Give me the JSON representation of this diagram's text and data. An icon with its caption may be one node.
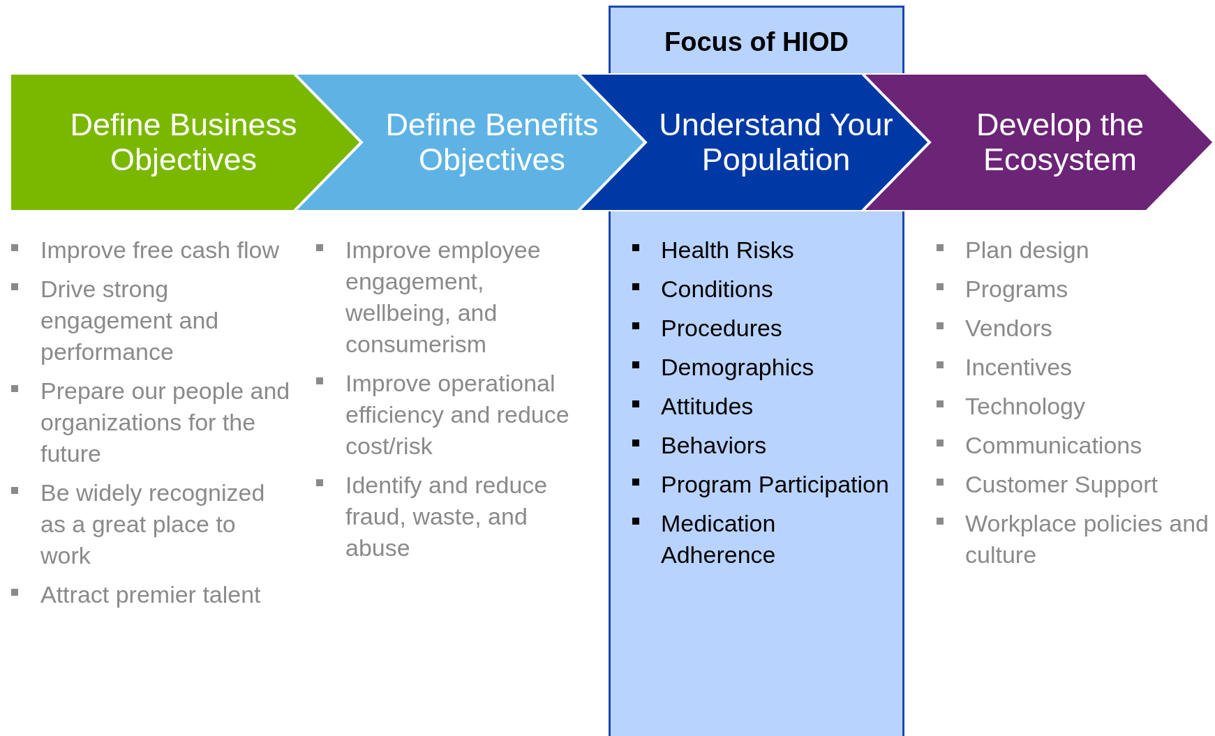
{
  "diagram": {
    "nodes": [
      {
        "text": [
          "Define Business Objectives"
        ],
        "beside": [
          "Improve free cash flow",
          "Drive strong engagement and performance",
          "Prepare our people and organizations for the future",
          "Be widely recognized as a great place to work",
          "Attract premier talent"
        ]
      },
      {
        "text": [
          "Define Benefits Objectives"
        ],
        "beside": [
          "Improve employee engagement, wellbeing, and consumerism",
          "Improve operational efficiency and reduce cost/risk",
          "Identify and reduce fraud, waste, and abuse"
        ]
      },
      {
        "text": [
          "Understand Your Population"
        ],
        "beside": [
          "Health Risks",
          "Conditions",
          "Procedures",
          "Demographics",
          "Attitudes",
          "Behaviors",
          "Program Participation",
          "Medication Adherence"
        ]
      },
      {
        "text": [
          "Develop the Ecosystem"
        ],
        "beside": [
          "Plan design",
          "Programs",
          "Vendors",
          "Incentives",
          "Technology",
          "Communications",
          "Customer Support",
          "Workplace policies and culture"
        ]
      },
      {
        "text": [
          "Focus of HIOD"
        ]
      }
    ]
  }
}
